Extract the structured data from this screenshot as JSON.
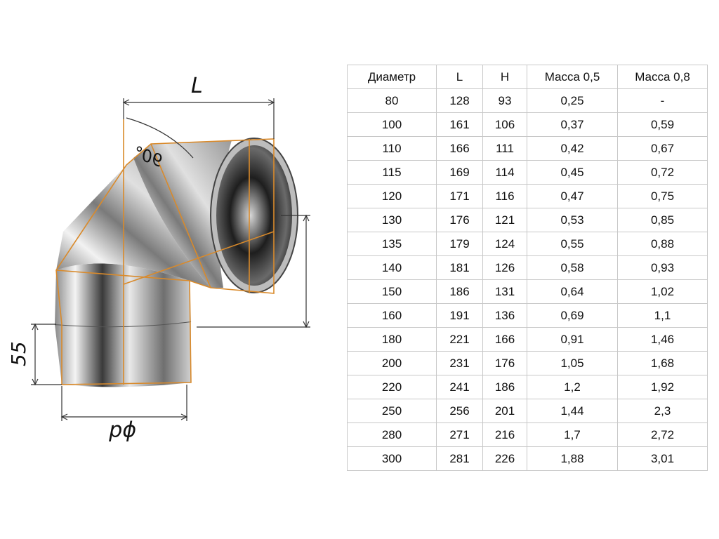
{
  "drawing": {
    "label_length": "L",
    "label_angle": "90°",
    "label_sleeve": "55",
    "label_diameter": "ϕd",
    "accent_color": "#d98a2b"
  },
  "table": {
    "headers": [
      "Диаметр",
      "L",
      "H",
      "Масса 0,5",
      "Масса 0,8"
    ],
    "rows": [
      [
        "80",
        "128",
        "93",
        "0,25",
        "-"
      ],
      [
        "100",
        "161",
        "106",
        "0,37",
        "0,59"
      ],
      [
        "110",
        "166",
        "111",
        "0,42",
        "0,67"
      ],
      [
        "115",
        "169",
        "114",
        "0,45",
        "0,72"
      ],
      [
        "120",
        "171",
        "116",
        "0,47",
        "0,75"
      ],
      [
        "130",
        "176",
        "121",
        "0,53",
        "0,85"
      ],
      [
        "135",
        "179",
        "124",
        "0,55",
        "0,88"
      ],
      [
        "140",
        "181",
        "126",
        "0,58",
        "0,93"
      ],
      [
        "150",
        "186",
        "131",
        "0,64",
        "1,02"
      ],
      [
        "160",
        "191",
        "136",
        "0,69",
        "1,1"
      ],
      [
        "180",
        "221",
        "166",
        "0,91",
        "1,46"
      ],
      [
        "200",
        "231",
        "176",
        "1,05",
        "1,68"
      ],
      [
        "220",
        "241",
        "186",
        "1,2",
        "1,92"
      ],
      [
        "250",
        "256",
        "201",
        "1,44",
        "2,3"
      ],
      [
        "280",
        "271",
        "216",
        "1,7",
        "2,72"
      ],
      [
        "300",
        "281",
        "226",
        "1,88",
        "3,01"
      ]
    ]
  }
}
